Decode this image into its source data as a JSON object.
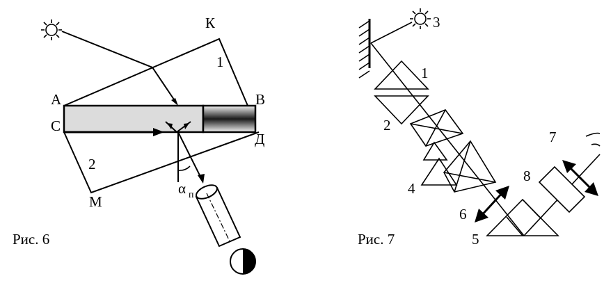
{
  "figures": [
    {
      "caption": "Рис. 6",
      "labels": {
        "K": "К",
        "one": "1",
        "A": "А",
        "B": "В",
        "C": "С",
        "D": "Д",
        "two": "2",
        "M": "М",
        "alpha": "α",
        "alpha_sub": "п"
      }
    },
    {
      "caption": "Рис. 7",
      "labels": {
        "three": "3",
        "one": "1",
        "two": "2",
        "four": "4",
        "five": "5",
        "six": "6",
        "seven": "7",
        "eight": "8"
      }
    }
  ],
  "colors": {
    "ink": "#000000",
    "paper": "#ffffff",
    "plate": "#dcdcdc"
  }
}
